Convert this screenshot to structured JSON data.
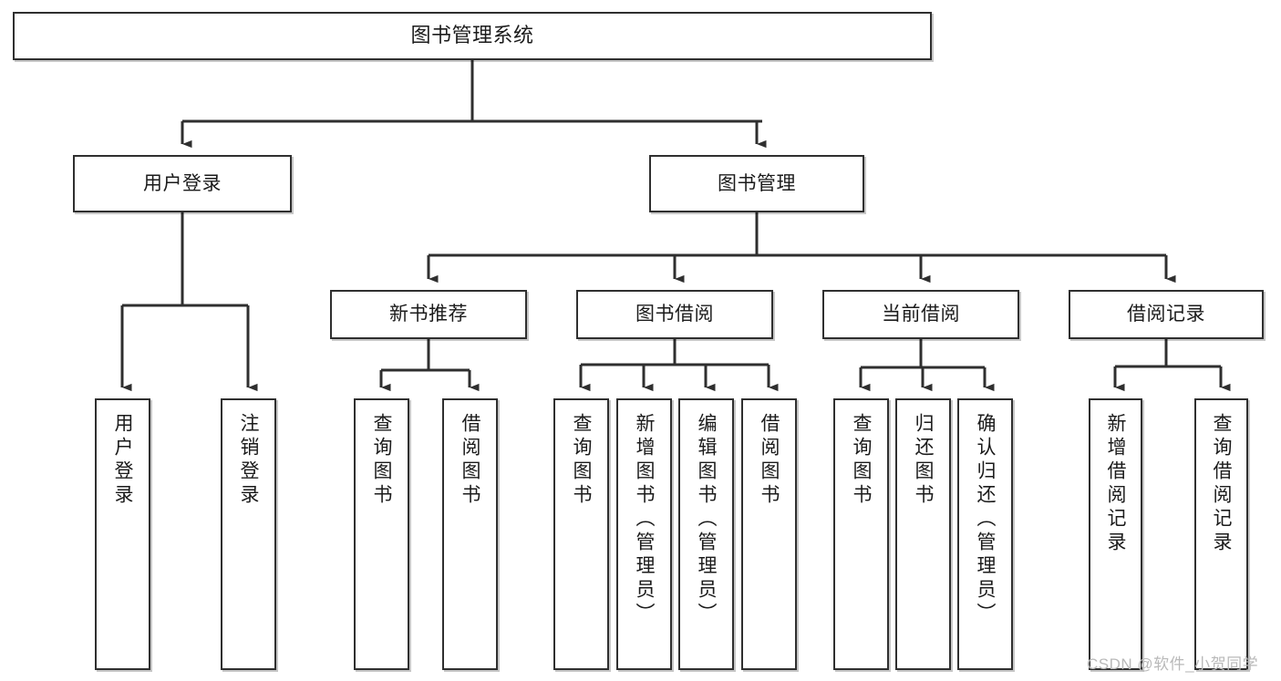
{
  "diagram": {
    "type": "tree-hierarchy-diagram",
    "title": "图书管理系统",
    "watermark": "CSDN @软件_小贺同学",
    "colors": {
      "background": "#ffffff",
      "box_border": "#2f2f2f",
      "box_fill": "#ffffff",
      "connector": "#2f2f2f",
      "text": "#1b1b1b",
      "watermark": "#b9b9b9"
    },
    "levels": {
      "root": {
        "label": "图书管理系统"
      },
      "level2": [
        {
          "label": "用户登录"
        },
        {
          "label": "图书管理"
        }
      ],
      "level3": [
        {
          "label": "新书推荐"
        },
        {
          "label": "图书借阅"
        },
        {
          "label": "当前借阅"
        },
        {
          "label": "借阅记录"
        }
      ]
    },
    "leaves": {
      "user_login": [
        {
          "label": "用户登录"
        },
        {
          "label": "注销登录"
        }
      ],
      "new_book_recommend": [
        {
          "label": "查询图书"
        },
        {
          "label": "借阅图书"
        }
      ],
      "book_borrow": [
        {
          "label": "查询图书"
        },
        {
          "label": "新增图书（管理员）"
        },
        {
          "label": "编辑图书（管理员）"
        },
        {
          "label": "借阅图书"
        }
      ],
      "current_borrow": [
        {
          "label": "查询图书"
        },
        {
          "label": "归还图书"
        },
        {
          "label": "确认归还（管理员）"
        }
      ],
      "borrow_record": [
        {
          "label": "新增借阅记录"
        },
        {
          "label": "查询借阅记录"
        }
      ]
    }
  }
}
